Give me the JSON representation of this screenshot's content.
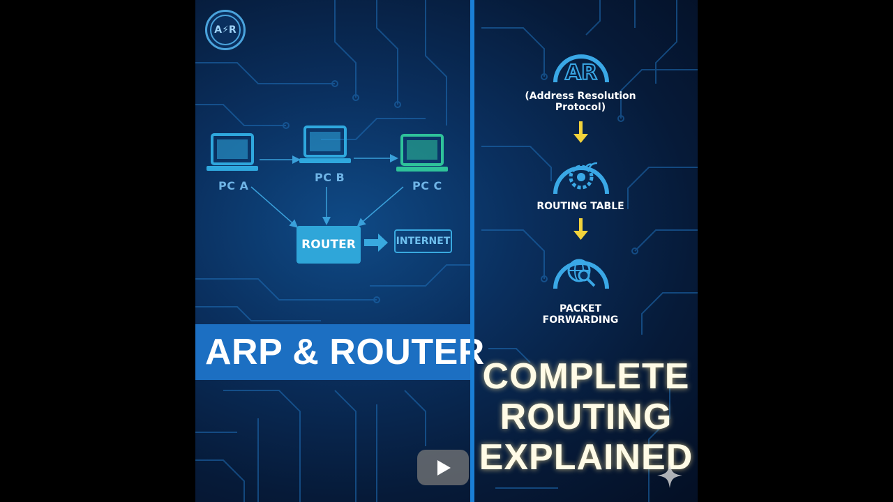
{
  "logo": {
    "text": "A⚡R"
  },
  "network": {
    "pcs": [
      {
        "id": "pc-a",
        "label": "PC A",
        "color": "#2fa8de"
      },
      {
        "id": "pc-b",
        "label": "PC B",
        "color": "#2fa8de"
      },
      {
        "id": "pc-c",
        "label": "PC C",
        "color": "#2fc39a"
      }
    ],
    "router_label": "ROUTER",
    "internet_label": "INTERNET"
  },
  "banner": {
    "title": "ARP & ROUTER"
  },
  "flow": {
    "steps": [
      {
        "icon": "ar-icon",
        "icon_text": "AR",
        "label_line1": "(Address Resolution",
        "label_line2": "Protocol)"
      },
      {
        "icon": "gear-icon",
        "label_line1": "ROUTING TABLE",
        "label_line2": ""
      },
      {
        "icon": "globe-magnifier-icon",
        "label_line1": "PACKET",
        "label_line2": "FORWARDING"
      }
    ]
  },
  "headline": {
    "line1": "COMPLETE",
    "line2": "ROUTING",
    "line3": "EXPLAINED"
  },
  "colors": {
    "accent": "#1c6fc2",
    "arrow_yellow": "#f2d33b",
    "glow": "#fffbe6"
  }
}
